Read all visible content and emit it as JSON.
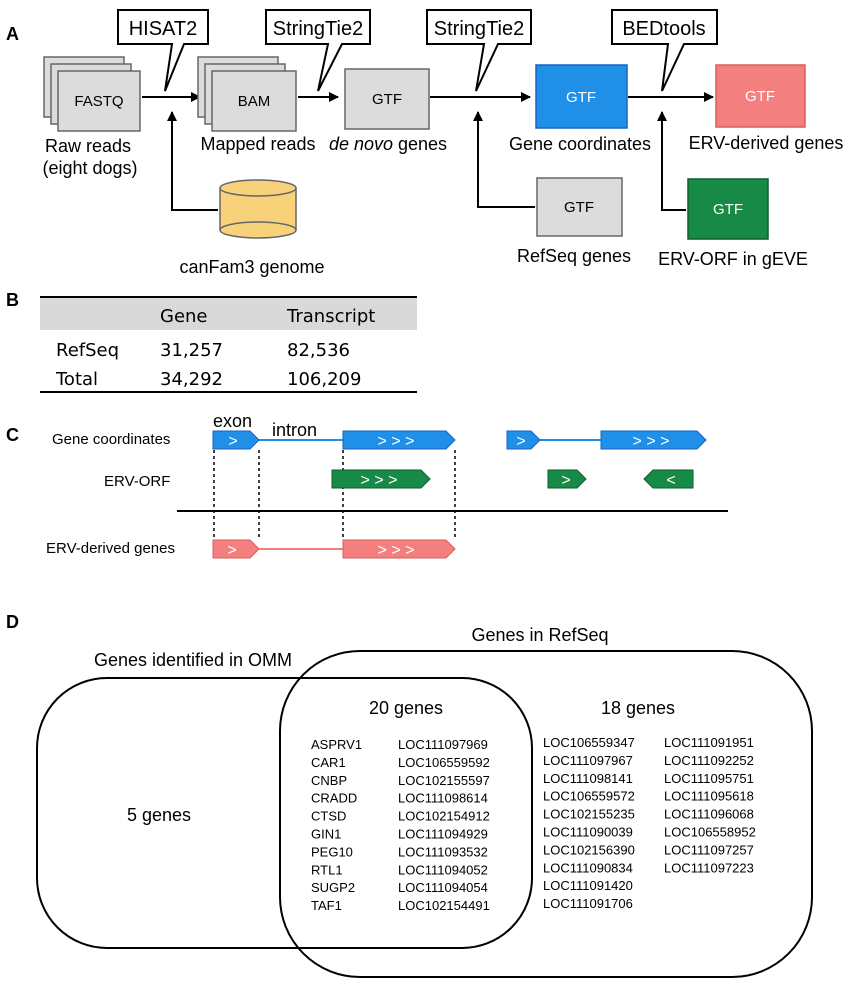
{
  "panels": {
    "a": "A",
    "b": "B",
    "c": "C",
    "d": "D"
  },
  "pipeline": {
    "tools": [
      "HISAT2",
      "StringTie2",
      "StringTie2",
      "BEDtools"
    ],
    "boxes": {
      "fastq": "FASTQ",
      "bam": "BAM",
      "gtf_denovo": "GTF",
      "gtf_coord": "GTF",
      "gtf_erv": "GTF",
      "gtf_refseq": "GTF",
      "gtf_orf": "GTF"
    },
    "captions": {
      "raw1": "Raw reads",
      "raw2": "(eight dogs)",
      "mapped": "Mapped reads",
      "denovo_italic": "de novo",
      "denovo_rest": " genes",
      "coord": "Gene coordinates",
      "erv": "ERV-derived genes",
      "genome": "canFam3 genome",
      "refseq": "RefSeq genes",
      "orf": "ERV-ORF in gEVE"
    },
    "colors": {
      "blue": "#1f8fe8",
      "pink": "#f47f7f",
      "green": "#178a47",
      "gray": "#dcdcdc",
      "yellow": "#f8d27a"
    }
  },
  "table": {
    "headers": [
      "",
      "Gene",
      "Transcript"
    ],
    "rows": [
      [
        "RefSeq",
        "31,257",
        "82,536"
      ],
      [
        "Total",
        "34,292",
        "106,209"
      ]
    ]
  },
  "structure": {
    "tracks": [
      "Gene coordinates",
      "ERV-ORF",
      "ERV-derived genes"
    ],
    "exon_label": "exon",
    "intron_label": "intron",
    "arrows": {
      "one": ">",
      "three": "> > >",
      "rev": "<"
    }
  },
  "venn": {
    "left_title": "Genes identified in OMM",
    "right_title": "Genes in RefSeq",
    "left_count": "5 genes",
    "overlap_count": "20 genes",
    "right_count": "18 genes",
    "overlap_col1": [
      "ASPRV1",
      "CAR1",
      "CNBP",
      "CRADD",
      "CTSD",
      "GIN1",
      "PEG10",
      "RTL1",
      "SUGP2",
      "TAF1"
    ],
    "overlap_col2": [
      "LOC111097969",
      "LOC106559592",
      "LOC102155597",
      "LOC111098614",
      "LOC102154912",
      "LOC111094929",
      "LOC111093532",
      "LOC111094052",
      "LOC111094054",
      "LOC102154491"
    ],
    "right_col1": [
      "LOC106559347",
      "LOC111097967",
      "LOC111098141",
      "LOC106559572",
      "LOC102155235",
      "LOC111090039",
      "LOC102156390",
      "LOC111090834",
      "LOC111091420",
      "LOC111091706"
    ],
    "right_col2": [
      "LOC111091951",
      "LOC111092252",
      "LOC111095751",
      "LOC111095618",
      "LOC111096068",
      "LOC106558952",
      "LOC111097257",
      "LOC111097223"
    ]
  }
}
